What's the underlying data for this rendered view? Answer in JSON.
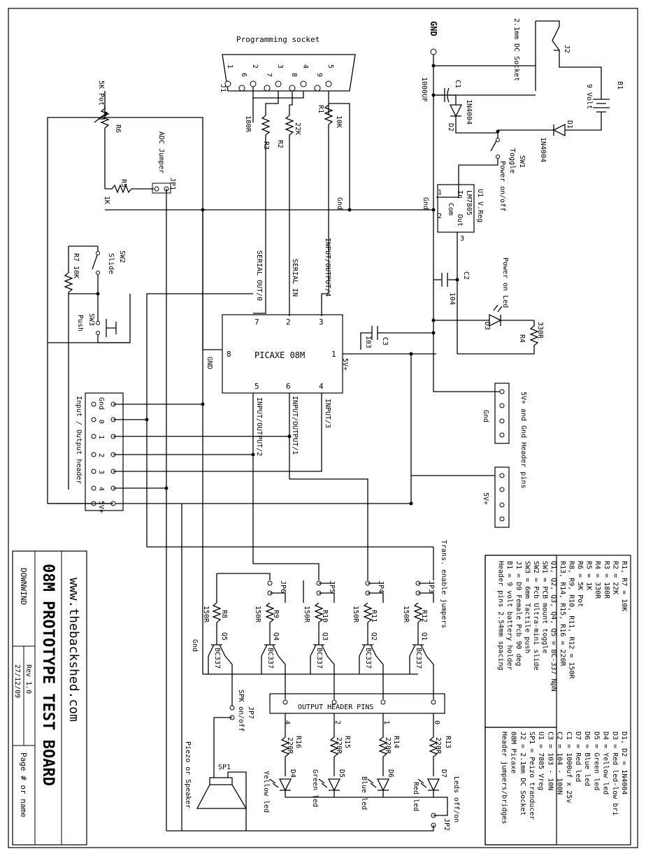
{
  "diagram": {
    "labels": {
      "programming_socket": "Programming socket",
      "j1": "J1",
      "db9_pins": [
        "1",
        "6",
        "2",
        "7",
        "3",
        "8",
        "4",
        "9",
        "5"
      ],
      "five_k_pot": "5K Pot",
      "r6": "R6",
      "adc_jumper": "ADC Jumper",
      "jp1": "JP1",
      "r5": "R5",
      "r5_val": "1K",
      "r3": "R3",
      "r3_val": "180R",
      "r2": "R2",
      "r2_val": "22K",
      "r1": "R1",
      "r1_val": "10K",
      "gnd_top": "GND",
      "gnd_small": "Gnd",
      "gnd_cap": "GND",
      "dc_socket": "2.1mm DC Socket",
      "j2": "J2",
      "b1": "B1",
      "b1_val": "9 Volt",
      "c1": "C1",
      "c1_val": "1000UF",
      "d2": "D2",
      "d2_val": "1N4004",
      "d1": "D1",
      "d1_val": "1N4004",
      "sw1": "SW1",
      "sw1_desc": "Toggle",
      "sw1_desc2": "Power on/off",
      "u1": "U1 V.Reg",
      "u1_part": "LM7805",
      "u1_in": "In",
      "u1_out": "Out",
      "u1_com": "Com",
      "pin1": "1",
      "pin2": "2",
      "pin3": "3",
      "sw2": "SW2",
      "sw2_desc": "Slide",
      "r7": "R7 10K",
      "sw3": "SW3",
      "sw3_desc": "Push",
      "serial_out": "SERIAL OUT/0",
      "serial_in": "SERIAL IN",
      "io4": "INPUT/OUTPUT/4",
      "picaxe": "PICAXE 08M",
      "pic_pins_top": [
        "7",
        "2",
        "3"
      ],
      "pic_pins_bottom": [
        "5",
        "6",
        "4"
      ],
      "pic_pin8": "8",
      "pic_pin1": "1",
      "pic_gnd": "GND",
      "pic_5v": "5V+",
      "io2": "INPUT/OUTPUT/2",
      "io1": "INPUT/OUTPUT/1",
      "in3": "INPUT/3",
      "c2": "C2",
      "c2_val": "104",
      "power_led": "Power on Led",
      "d3": "D3",
      "r4": "R4",
      "r4_val": "330R",
      "c3": "C3",
      "c3_val": "103",
      "io_header": "Input / Output header",
      "io_header_pins": [
        "Gnd",
        "0",
        "1",
        "2",
        "3",
        "4",
        "5V+"
      ],
      "gnd_header": "5V+ and Gnd Header pins",
      "gnd_label": "Gnd",
      "fivev_label": "5V+",
      "trans_enable": "Trans. enable jumpers",
      "jp3": "JP3",
      "jp4": "JP4",
      "jp5": "JP5",
      "jp6": "JP6",
      "r8": "R8",
      "r9": "R9",
      "r10": "R10",
      "r11": "R11",
      "r12": "R12",
      "r150": "150R",
      "q5": "Q5",
      "q4": "Q4",
      "q3": "Q3",
      "q2": "Q2",
      "q1": "Q1",
      "bc337": "BC337",
      "gnd_q": "Gnd",
      "output_header": "OUTPUT HEADER PINS",
      "out_nums": [
        "4",
        "2",
        "1",
        "0"
      ],
      "spk": "SPK on/off",
      "jp7": "JP7",
      "r16": "R16",
      "r15": "R15",
      "r14": "R14",
      "r13": "R13",
      "r220": "220R",
      "d4": "D4",
      "d5": "D5",
      "d6": "D6",
      "d7": "D7",
      "yellow_led": "Yellow led",
      "green_led": "Green led",
      "blue_led": "Blue led",
      "red_led": "Red led",
      "leds_onoff": "Leds off/on",
      "jp2": "JP2",
      "sp1": "SP1",
      "piezo": "Piezo or Speaker"
    },
    "parts_list_1": [
      "R1, R7 = 10K",
      "R2 = 22K",
      "R3 = 180R",
      "R4 = 330R",
      "R5 = 1K",
      "R6 = 5K Pot",
      "R8, R9, R10, R11, R12 = 150R",
      "R13, R14, R15, R16 = 220R",
      "Q1, Q2, Q3, Q4, Q5 = BC-337 NpN",
      "SW1 = PCB mount toggle",
      "SW2 = Pcb Ultra-mini slide",
      "SW3 = 6mm Tactile push",
      "J1 = D9 Female Pcb 90 deg",
      "B1 = 9 volt battery holder",
      "Header pins 2.54mm spacing"
    ],
    "parts_list_2": [
      "D1, D2 = 1N4004",
      "D3 = Red led-low bri",
      "D4 = Yellow led",
      "D5 = Green led",
      "D6 = Blue led",
      "D7 = Red led",
      "C1 = 1000uf x 25v",
      "C2 = 104 - 100N",
      "C3 = 103 - 10N",
      "U1 = 7805 Vreg",
      "SP1 = Peizo tranducer",
      "J2 = 2.1mm DC Socket",
      "08M Picaxe",
      "Header jumpers/bridges"
    ],
    "title_block": {
      "website": "www.thebackshed.com",
      "title": "08M PROTOTYPE TEST BOARD",
      "author": "DOWNWIND",
      "rev": "Rev 1.0",
      "date": "27/12/09",
      "page": "Page # or name"
    }
  }
}
